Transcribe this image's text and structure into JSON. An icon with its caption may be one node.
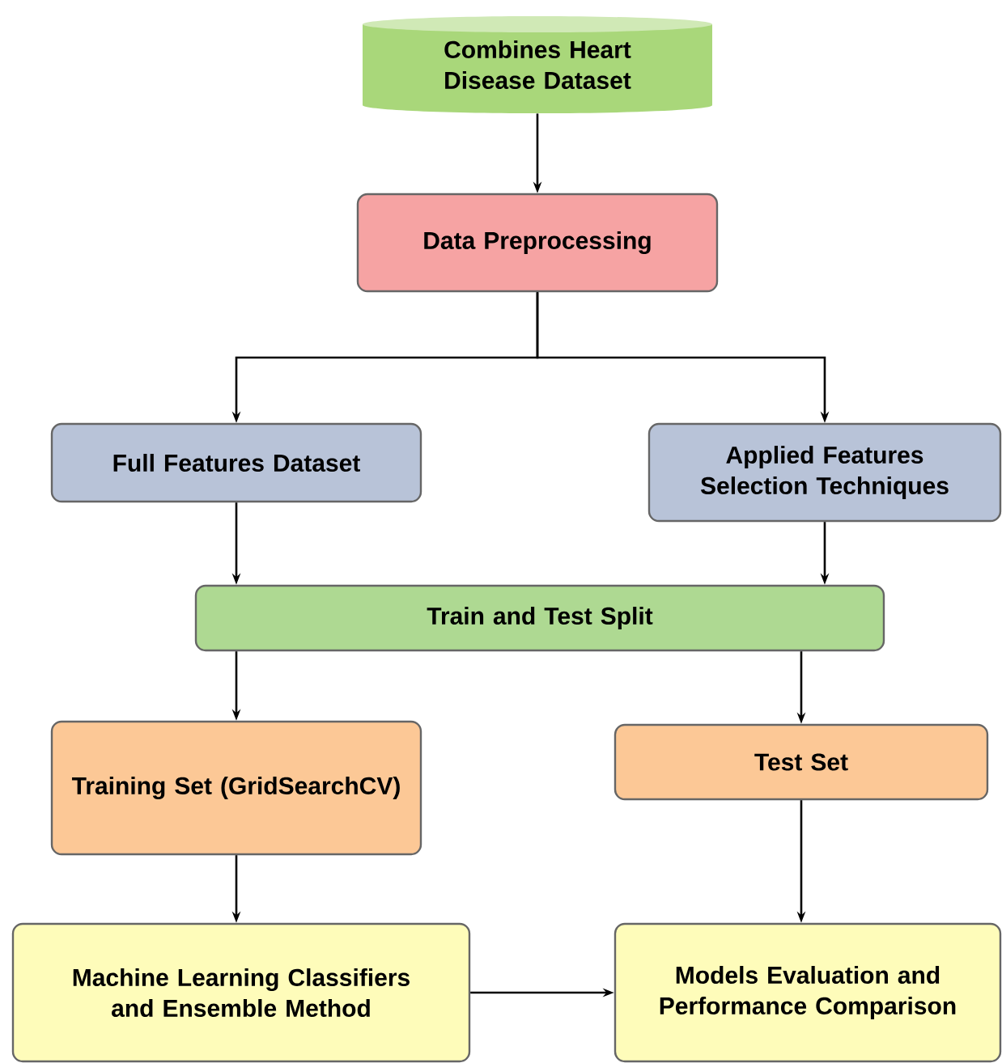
{
  "diagram": {
    "nodes": [
      {
        "text": [
          "Combines Heart Disease Dataset"
        ]
      },
      {
        "text": [
          "Data Preprocessing"
        ]
      },
      {
        "text": [
          "Full Features Dataset"
        ]
      },
      {
        "text": [
          "Applied Features Selection Techniques"
        ]
      },
      {
        "text": [
          "Train and Test Split"
        ]
      },
      {
        "text": [
          "Training Set (GridSearchCV)"
        ]
      },
      {
        "text": [
          "Test Set"
        ]
      },
      {
        "text": [
          "Machine Learning Classifiers and Ensemble Method"
        ]
      },
      {
        "text": [
          "Models Evaluation and Performance Comparison"
        ]
      }
    ],
    "edges": [
      {
        "from": 0,
        "to": 1,
        "arrow": "to"
      },
      {
        "from": 1,
        "to": 2,
        "arrow": "to"
      },
      {
        "from": 1,
        "to": 3,
        "arrow": "to"
      },
      {
        "from": 2,
        "to": 4,
        "arrow": "to"
      },
      {
        "from": 3,
        "to": 4,
        "arrow": "to"
      },
      {
        "from": 4,
        "to": 5,
        "arrow": "to"
      },
      {
        "from": 4,
        "to": 6,
        "arrow": "to"
      },
      {
        "from": 5,
        "to": 7,
        "arrow": "to"
      },
      {
        "from": 6,
        "to": 8,
        "arrow": "to"
      },
      {
        "from": 7,
        "to": 8,
        "arrow": "to"
      }
    ]
  }
}
